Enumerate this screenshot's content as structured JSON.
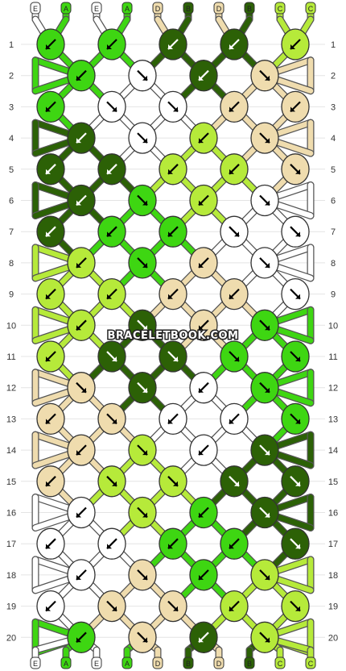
{
  "watermark": "BRACELETBOOK.COM",
  "colors": {
    "E": "#ffffff",
    "A": "#3ed612",
    "D": "#efdcae",
    "B": "#2c6106",
    "C": "#b6ea3a"
  },
  "strands": [
    "E",
    "A",
    "E",
    "A",
    "D",
    "B",
    "D",
    "B",
    "C",
    "C"
  ],
  "bottom_strands": [
    "E",
    "A",
    "E",
    "A",
    "D",
    "B",
    "D",
    "B",
    "C",
    "C"
  ],
  "row_labels": [
    "1",
    "2",
    "3",
    "4",
    "5",
    "6",
    "7",
    "8",
    "9",
    "10",
    "11",
    "12",
    "13",
    "14",
    "15",
    "16",
    "17",
    "18",
    "19",
    "20"
  ],
  "knots": [
    [
      {
        "c": "A",
        "d": "L"
      },
      {
        "c": "A",
        "d": "L"
      },
      {
        "c": "B",
        "d": "L"
      },
      {
        "c": "B",
        "d": "L"
      },
      {
        "c": "C",
        "d": "L"
      }
    ],
    [
      {
        "c": "A",
        "d": "L"
      },
      {
        "c": "E",
        "d": "R"
      },
      {
        "c": "B",
        "d": "L"
      },
      {
        "c": "D",
        "d": "R"
      }
    ],
    [
      {
        "c": "A",
        "d": "L"
      },
      {
        "c": "E",
        "d": "R"
      },
      {
        "c": "E",
        "d": "R"
      },
      {
        "c": "D",
        "d": "L"
      },
      {
        "c": "D",
        "d": "L"
      }
    ],
    [
      {
        "c": "B",
        "d": "L"
      },
      {
        "c": "E",
        "d": "R"
      },
      {
        "c": "C",
        "d": "L"
      },
      {
        "c": "D",
        "d": "R"
      }
    ],
    [
      {
        "c": "B",
        "d": "L"
      },
      {
        "c": "B",
        "d": "L"
      },
      {
        "c": "C",
        "d": "L"
      },
      {
        "c": "C",
        "d": "L"
      },
      {
        "c": "D",
        "d": "R"
      }
    ],
    [
      {
        "c": "B",
        "d": "L"
      },
      {
        "c": "A",
        "d": "R"
      },
      {
        "c": "C",
        "d": "L"
      },
      {
        "c": "E",
        "d": "R"
      }
    ],
    [
      {
        "c": "B",
        "d": "L"
      },
      {
        "c": "A",
        "d": "L"
      },
      {
        "c": "A",
        "d": "L"
      },
      {
        "c": "E",
        "d": "R"
      },
      {
        "c": "E",
        "d": "R"
      }
    ],
    [
      {
        "c": "C",
        "d": "L"
      },
      {
        "c": "A",
        "d": "R"
      },
      {
        "c": "D",
        "d": "L"
      },
      {
        "c": "E",
        "d": "R"
      }
    ],
    [
      {
        "c": "C",
        "d": "L"
      },
      {
        "c": "C",
        "d": "L"
      },
      {
        "c": "D",
        "d": "L"
      },
      {
        "c": "D",
        "d": "L"
      },
      {
        "c": "E",
        "d": "R"
      }
    ],
    [
      {
        "c": "C",
        "d": "L"
      },
      {
        "c": "B",
        "d": "R"
      },
      {
        "c": "D",
        "d": "L"
      },
      {
        "c": "A",
        "d": "R"
      }
    ],
    [
      {
        "c": "C",
        "d": "L"
      },
      {
        "c": "B",
        "d": "R"
      },
      {
        "c": "B",
        "d": "R"
      },
      {
        "c": "A",
        "d": "R"
      },
      {
        "c": "A",
        "d": "R"
      }
    ],
    [
      {
        "c": "D",
        "d": "R"
      },
      {
        "c": "B",
        "d": "R"
      },
      {
        "c": "E",
        "d": "L"
      },
      {
        "c": "A",
        "d": "R"
      }
    ],
    [
      {
        "c": "D",
        "d": "L"
      },
      {
        "c": "D",
        "d": "R"
      },
      {
        "c": "E",
        "d": "L"
      },
      {
        "c": "E",
        "d": "L"
      },
      {
        "c": "A",
        "d": "R"
      }
    ],
    [
      {
        "c": "D",
        "d": "L"
      },
      {
        "c": "C",
        "d": "R"
      },
      {
        "c": "E",
        "d": "L"
      },
      {
        "c": "B",
        "d": "R"
      }
    ],
    [
      {
        "c": "D",
        "d": "L"
      },
      {
        "c": "C",
        "d": "R"
      },
      {
        "c": "C",
        "d": "R"
      },
      {
        "c": "B",
        "d": "R"
      },
      {
        "c": "B",
        "d": "R"
      }
    ],
    [
      {
        "c": "E",
        "d": "L"
      },
      {
        "c": "C",
        "d": "R"
      },
      {
        "c": "A",
        "d": "L"
      },
      {
        "c": "B",
        "d": "R"
      }
    ],
    [
      {
        "c": "E",
        "d": "L"
      },
      {
        "c": "E",
        "d": "L"
      },
      {
        "c": "A",
        "d": "L"
      },
      {
        "c": "A",
        "d": "L"
      },
      {
        "c": "B",
        "d": "R"
      }
    ],
    [
      {
        "c": "E",
        "d": "L"
      },
      {
        "c": "D",
        "d": "R"
      },
      {
        "c": "A",
        "d": "L"
      },
      {
        "c": "C",
        "d": "R"
      }
    ],
    [
      {
        "c": "E",
        "d": "L"
      },
      {
        "c": "D",
        "d": "R"
      },
      {
        "c": "D",
        "d": "R"
      },
      {
        "c": "C",
        "d": "L"
      },
      {
        "c": "C",
        "d": "R"
      }
    ],
    [
      {
        "c": "A",
        "d": "L"
      },
      {
        "c": "D",
        "d": "R"
      },
      {
        "c": "B",
        "d": "L"
      },
      {
        "c": "C",
        "d": "R"
      }
    ]
  ]
}
